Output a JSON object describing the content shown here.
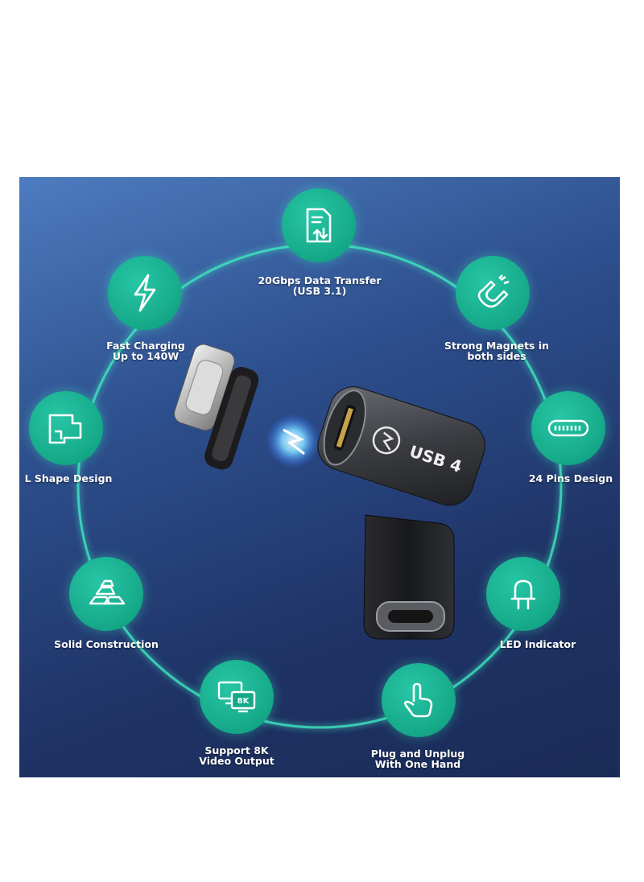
{
  "features": {
    "data_transfer": {
      "line1": "20Gbps Data Transfer",
      "line2": "(USB 3.1)",
      "icon": "file-transfer-icon"
    },
    "fast_charging": {
      "line1": "Fast Charging",
      "line2": "Up to 140W",
      "icon": "lightning-icon"
    },
    "magnets": {
      "line1": "Strong Magnets in",
      "line2": "both sides",
      "icon": "magnet-icon"
    },
    "l_shape": {
      "line1": "L Shape Design",
      "icon": "l-shape-icon"
    },
    "pins": {
      "line1": "24 Pins Design",
      "icon": "pins-icon"
    },
    "solid": {
      "line1": "Solid Construction",
      "icon": "metal-bars-icon"
    },
    "led": {
      "line1": "LED Indicator",
      "icon": "led-icon"
    },
    "video": {
      "line1": "Support 8K",
      "line2": "Video Output",
      "badge": "8K",
      "icon": "monitor-8k-icon"
    },
    "plug": {
      "line1": "Plug and Unplug",
      "line2": "With One Hand",
      "icon": "hand-tap-icon"
    }
  },
  "product": {
    "adapter_label": "USB 4"
  },
  "colors": {
    "badge": "#15a888",
    "ring": "#3fe6c0",
    "panel_top": "#4d7cc0",
    "panel_bottom": "#1a2b57"
  }
}
